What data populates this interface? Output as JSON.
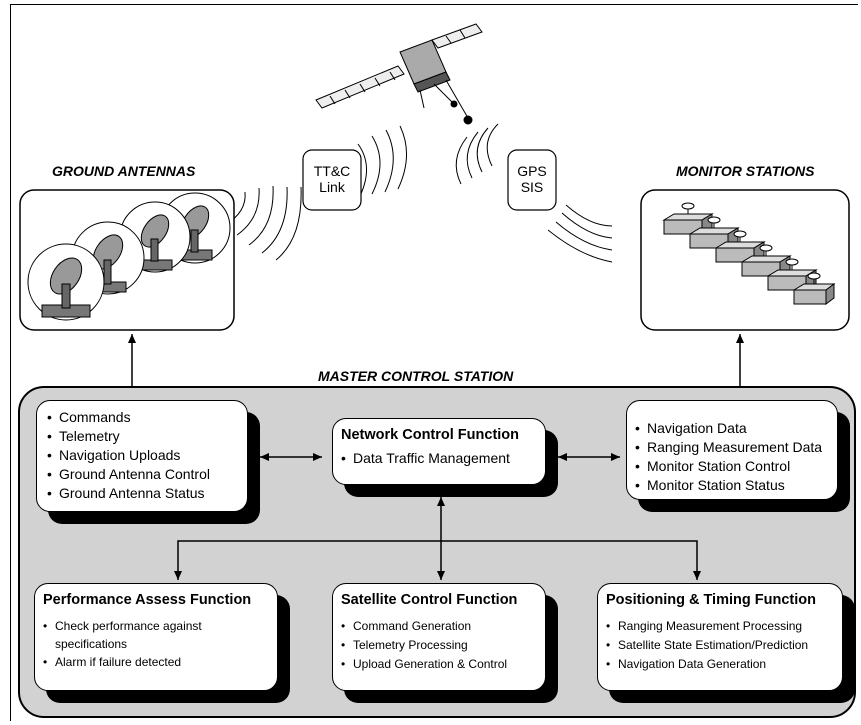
{
  "labels": {
    "ground_antennas": "GROUND ANTENNAS",
    "monitor_stations": "MONITOR STATIONS",
    "master_control_station": "MASTER CONTROL STATION",
    "ttc_link": [
      "TT&C",
      "Link"
    ],
    "gps_sis": [
      "GPS",
      "SIS"
    ]
  },
  "ground_box": {
    "items": [
      "Commands",
      "Telemetry",
      "Navigation Uploads",
      "Ground Antenna Control",
      "Ground Antenna Status"
    ]
  },
  "network_box": {
    "title": "Network Control Function",
    "items": [
      "Data Traffic Management"
    ]
  },
  "monitor_box": {
    "items": [
      "Navigation Data",
      "Ranging Measurement Data",
      "Monitor Station Control",
      "Monitor Station Status"
    ]
  },
  "performance_box": {
    "title": "Performance Assess Function",
    "items": [
      "Check performance against specifications",
      "Alarm if failure detected"
    ]
  },
  "satellite_box": {
    "title": "Satellite Control Function",
    "items": [
      "Command Generation",
      "Telemetry Processing",
      "Upload Generation & Control"
    ]
  },
  "positioning_box": {
    "title": "Positioning & Timing Function",
    "items": [
      "Ranging Measurement Processing",
      "Satellite State Estimation/Prediction",
      "Navigation Data Generation"
    ]
  }
}
